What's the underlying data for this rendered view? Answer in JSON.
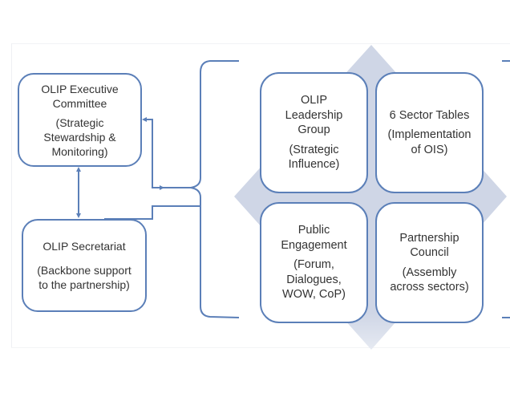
{
  "diagram": {
    "left_units": [
      {
        "id": "executive-committee",
        "title": "OLIP Executive Committee",
        "title_lines": [
          "OLIP Executive",
          "Committee"
        ],
        "subtitle_lines": [
          "(Strategic",
          "Stewardship &",
          "Monitoring)"
        ]
      },
      {
        "id": "secretariat",
        "title": "OLIP Secretariat",
        "title_lines": [
          "OLIP Secretariat"
        ],
        "subtitle_lines": [
          "(Backbone support",
          "to the partnership)"
        ]
      }
    ],
    "quadrants": [
      {
        "id": "leadership-group",
        "title_lines": [
          "OLIP",
          "Leadership",
          "Group"
        ],
        "subtitle_lines": [
          "(Strategic",
          "Influence)"
        ]
      },
      {
        "id": "sector-tables",
        "title_lines": [
          "6 Sector Tables"
        ],
        "subtitle_lines": [
          "(Implementation",
          "of OIS)"
        ]
      },
      {
        "id": "public-engagement",
        "title_lines": [
          "Public",
          "Engagement"
        ],
        "subtitle_lines": [
          "(Forum,",
          "Dialogues,",
          "WOW, CoP)"
        ]
      },
      {
        "id": "partnership-council",
        "title_lines": [
          "Partnership",
          "Council"
        ],
        "subtitle_lines": [
          "(Assembly",
          "across sectors)"
        ]
      }
    ],
    "connections": [
      {
        "from": "executive-committee",
        "to": "secretariat",
        "type": "bidirectional-arrow"
      },
      {
        "from": "quadrant-group",
        "to": "executive-committee",
        "type": "arrow"
      },
      {
        "from": "secretariat",
        "to": "quadrant-group",
        "type": "line"
      }
    ],
    "colors": {
      "box_border": "#5b7fb8",
      "connector": "#5b7fb8",
      "diamond_fill": "#cfd6e6",
      "text": "#333333",
      "background": "#ffffff"
    }
  }
}
